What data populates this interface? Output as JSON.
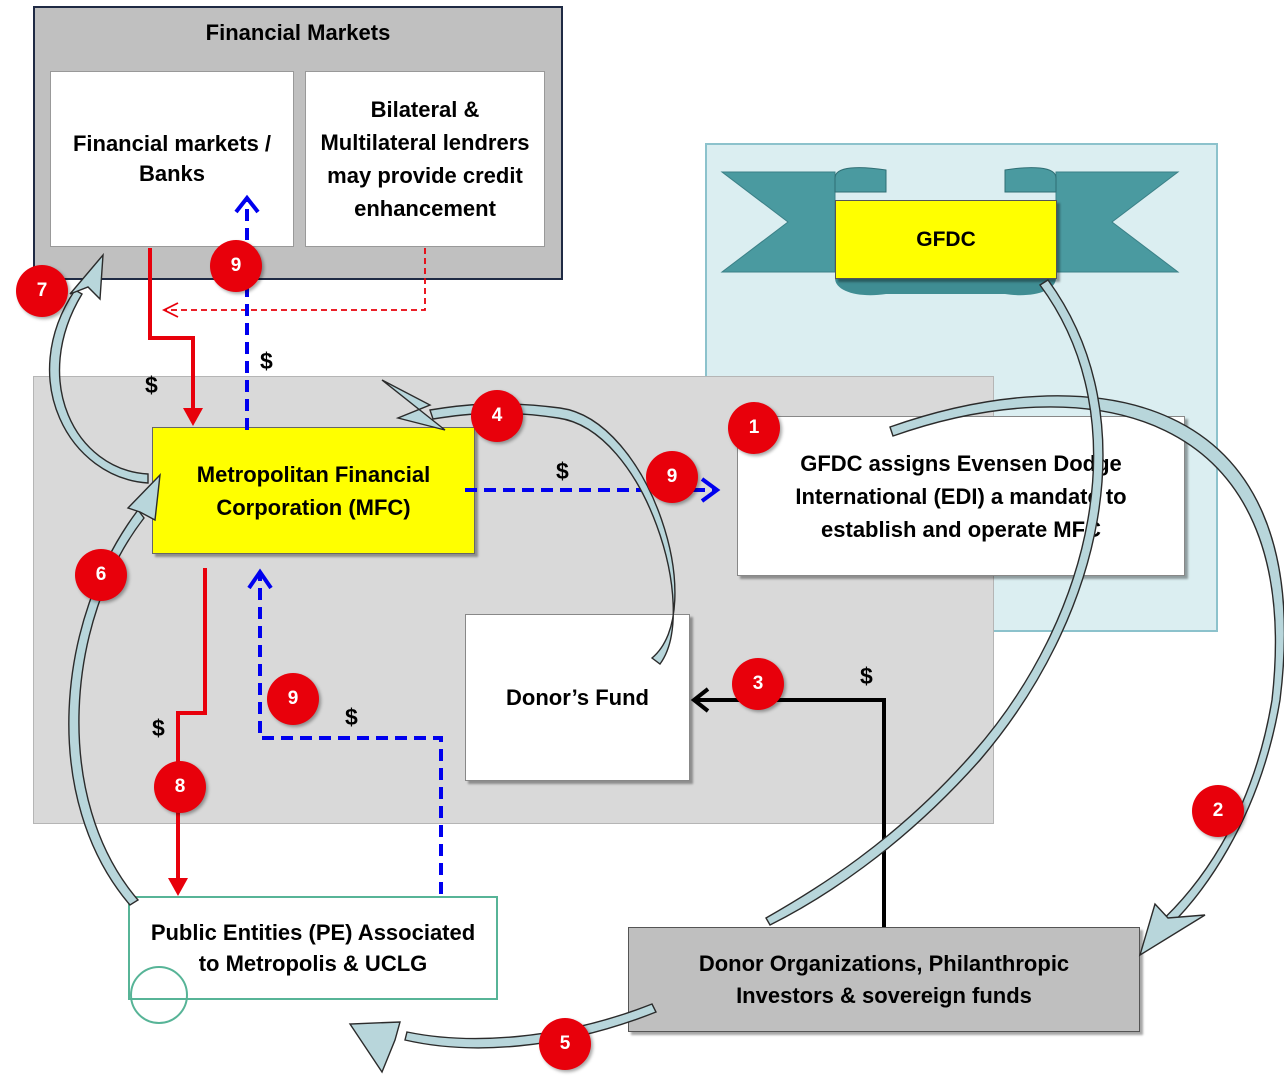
{
  "financial_markets": {
    "title": "Financial Markets",
    "banks_label": "Financial markets / Banks",
    "lenders_label": "Bilateral & Multilateral lendrers may provide credit enhancement"
  },
  "gfdc": {
    "label": "GFDC"
  },
  "mfc": {
    "label": "Metropolitan Financial Corporation (MFC)"
  },
  "edi": {
    "label": "GFDC assigns Evensen Dodge International (EDI) a mandate to establish and operate MFC"
  },
  "donors_fund": {
    "label": "Donor’s Fund"
  },
  "public_entities": {
    "label": "Public Entities (PE) Associated to Metropolis & UCLG"
  },
  "donor_orgs": {
    "label": "Donor Organizations, Philanthropic Investors & sovereign funds"
  },
  "steps": {
    "s1": "1",
    "s2": "2",
    "s3": "3",
    "s4": "4",
    "s5": "5",
    "s6": "6",
    "s7": "7",
    "s8": "8",
    "s9": "9"
  },
  "currency_symbol": "$",
  "colors": {
    "flow_red": "#e8000b",
    "flow_blue": "#0000ee",
    "highlight_yellow": "#ffff00",
    "curve_arrow_fill": "#b8d6db",
    "ribbon_teal": "#4a9aa0",
    "panel_gray": "#c0c0c0",
    "region_gray": "#d9d9d9",
    "region_teal": "#dbeef1"
  }
}
